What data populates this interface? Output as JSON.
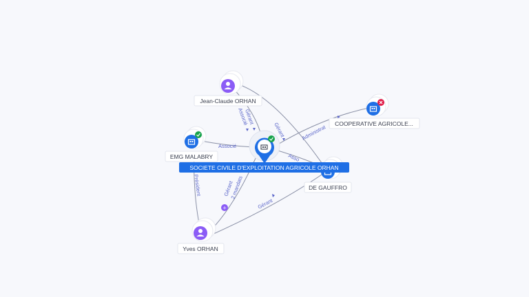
{
  "nodes": {
    "central": {
      "label": "SOCIETE CIVILE D'EXPLOITATION AGRICOLE ORHAN",
      "icon": "building-icon",
      "badge": "verified"
    },
    "jean_claude": {
      "label": "Jean-Claude ORHAN",
      "icon": "person-icon"
    },
    "cooperative": {
      "label": "COOPERATIVE AGRICOLE...",
      "icon": "building-icon",
      "badge": "closed"
    },
    "emg": {
      "label": "EMG MALABRY",
      "icon": "building-icon",
      "badge": "verified"
    },
    "gauffro": {
      "label": "DE GAUFFRO",
      "icon": "building-icon"
    },
    "yves": {
      "label": "Yves ORHAN",
      "icon": "person-icon"
    }
  },
  "edges": {
    "jc_associe": "Associé",
    "jc_gerant": "Gérant",
    "jc_gerant2": "Gérant",
    "coop_admin": "Administrat",
    "emg_associe": "Associé",
    "gauffro_asso": "Asso",
    "yves_president": "Président",
    "yves_gerant": "Gérant",
    "yves_mandats": "2 mandats",
    "yves_gerant2": "Gérant"
  },
  "colors": {
    "primary": "#1f6fe5",
    "person": "#8b5cf6",
    "verified": "#16a34a",
    "closed": "#e11d48",
    "edge": "#8a90a6",
    "edge_label": "#5b66c9"
  }
}
